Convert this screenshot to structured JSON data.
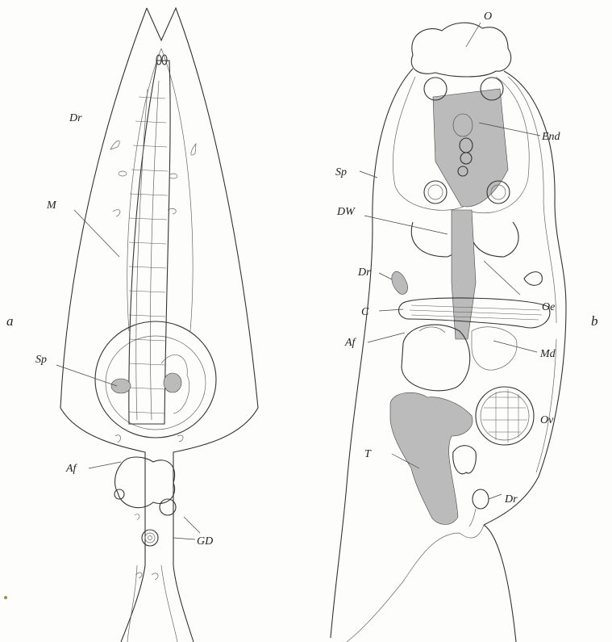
{
  "figure": {
    "panel_a": {
      "panel_letter": "a",
      "labels": {
        "dr": "Dr",
        "m": "M",
        "sp": "Sp",
        "af": "Af",
        "gd": "GD"
      }
    },
    "panel_b": {
      "panel_letter": "b",
      "labels": {
        "o": "O",
        "end": "End",
        "sp": "Sp",
        "dw": "DW",
        "dr_upper": "Dr",
        "oe": "Oe",
        "c": "C",
        "af": "Af",
        "md": "Md",
        "ov": "Ov",
        "t": "T",
        "dr_lower": "Dr"
      }
    }
  }
}
